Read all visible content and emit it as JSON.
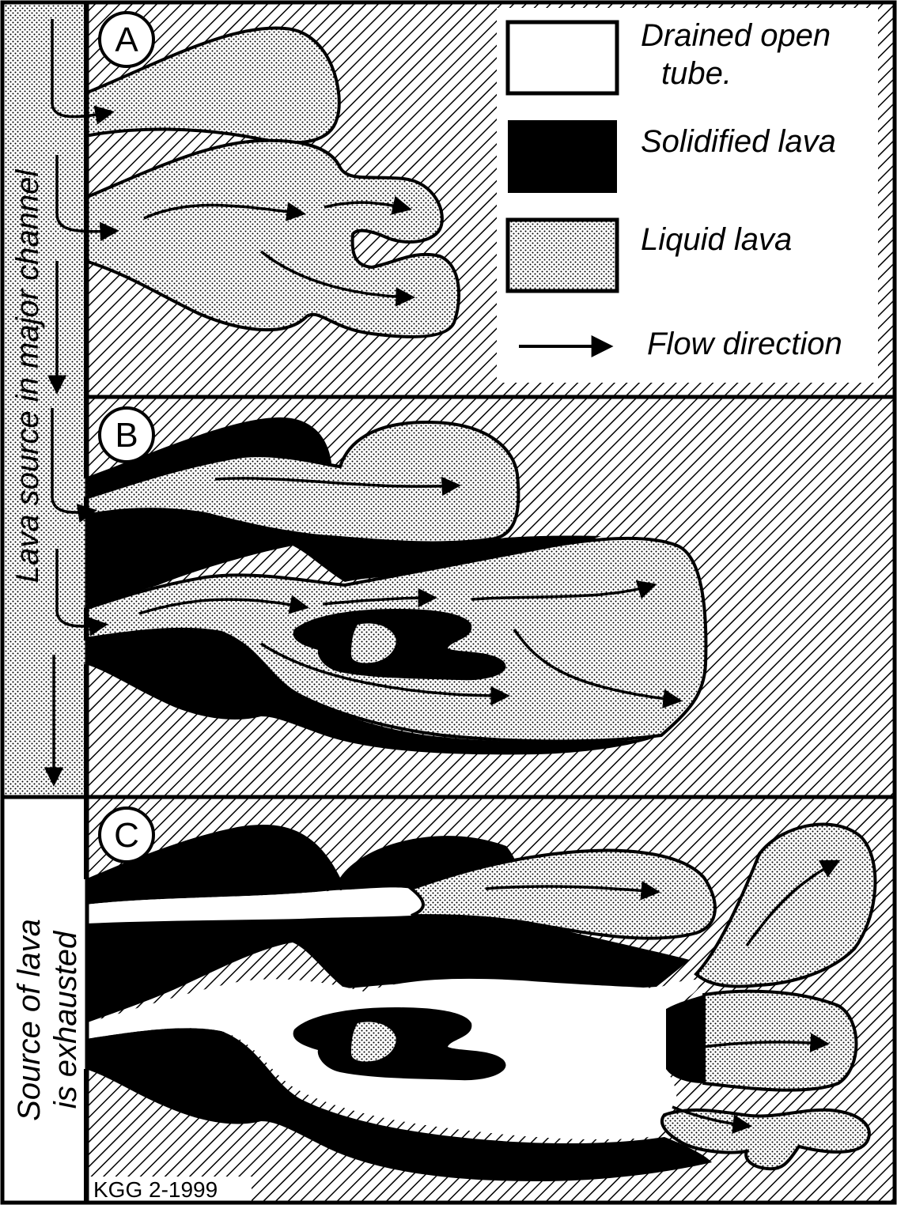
{
  "panels": {
    "a_letter": "A",
    "b_letter": "B",
    "c_letter": "C"
  },
  "side_labels": {
    "major_channel": "Lava source in major channel",
    "exhausted_line1": "Source of lava",
    "exhausted_line2": "is exhausted"
  },
  "legend": {
    "drained_line1": "Drained open",
    "drained_line2": "tube.",
    "solidified": "Solidified lava",
    "liquid": "Liquid lava",
    "flow": "Flow direction"
  },
  "credit": "KGG 2-1999",
  "colors": {
    "hatch": "#000000",
    "solid": "#000000",
    "open": "#ffffff"
  }
}
